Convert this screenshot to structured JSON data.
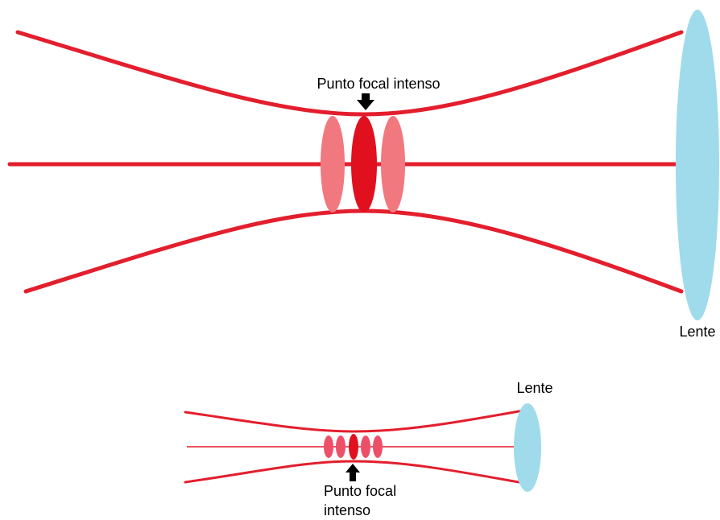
{
  "top_diagram": {
    "focal_label": "Punto focal intenso",
    "lens_label": "Lente"
  },
  "bottom_diagram": {
    "focal_label_line1": "Punto focal",
    "focal_label_line2": "intenso",
    "lens_label": "Lente"
  },
  "colors": {
    "beam": "#e31e2d",
    "focus_core": "#e0101f",
    "focus_side": "#f27880",
    "focus_side_small": "#ee4f68",
    "lens": "#9fdbea",
    "arrow": "#000000"
  }
}
